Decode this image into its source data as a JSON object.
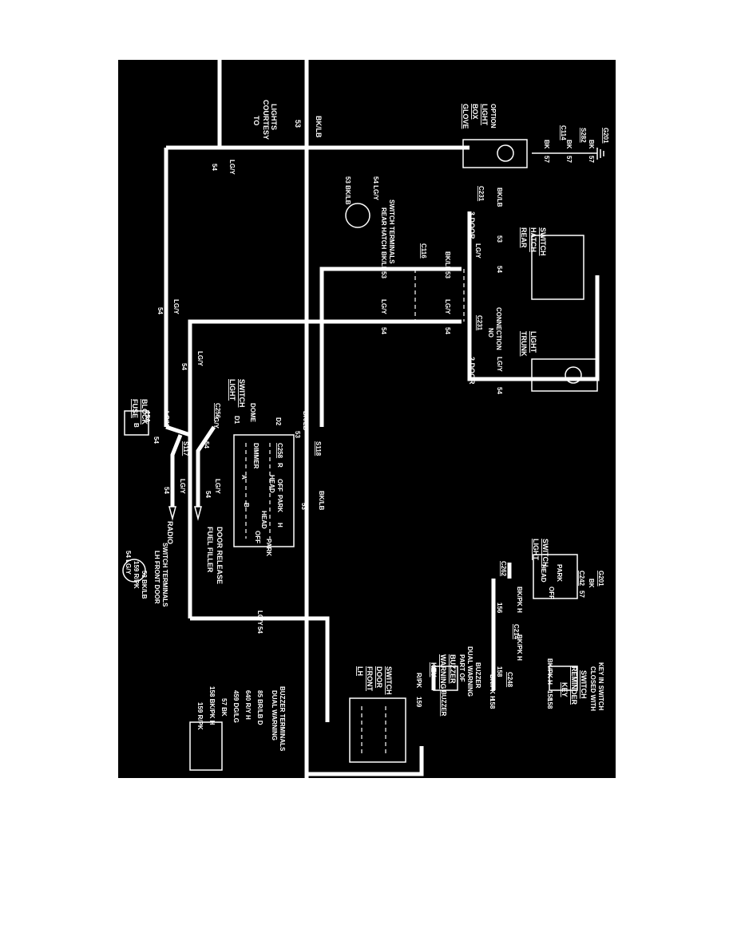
{
  "labels": {
    "courtesy_l1": "TO",
    "courtesy_l2": "COURTESY",
    "courtesy_l3": "LIGHTS",
    "w53_top": "53",
    "bklb_top": "BK/LB",
    "glove_l1": "GLOVE",
    "glove_l2": "BOX",
    "glove_l3": "LIGHT",
    "glove_l4": "OPTION",
    "bk_57a": "57",
    "bk_a": "BK",
    "c114": "C114",
    "bk_57b": "57",
    "bk_b": "BK",
    "s282": "S282",
    "bk_57c": "57",
    "bk_c": "BK",
    "g201_top": "G201",
    "w54_lgy_top": "54",
    "lgy_top": "LG/Y",
    "hatch_53": "53 BK/LB",
    "hatch_54": "54 LG/Y",
    "hatch_t1": "REAR HATCH",
    "hatch_t2": "SWITCH TERMINALS",
    "c231_top": "C231",
    "door3": "3 DOOR",
    "bklb_3d": "BK/LB",
    "w53_3d": "53",
    "rear_l1": "REAR",
    "rear_l2": "HATCH",
    "rear_l3": "SWITCH",
    "w54_3d": "54",
    "lgy_3d": "LG/Y",
    "c116": "C116",
    "w53_mid": "53",
    "bklb_mid": "BK/LB",
    "w53_c116": "53",
    "bklb_c116": "BK/LB",
    "w54_mid": "54",
    "lgy_mid": "LG/Y",
    "w54_c116": "54",
    "lgy_c116": "LG/Y",
    "c231_mid": "C231",
    "no_conn1": "NO",
    "no_conn2": "CONNECTION",
    "trunk_l1": "TRUNK",
    "trunk_l2": "LIGHT",
    "door2": "2 DOOR",
    "w54_2d": "54",
    "lgy_2d": "LG/Y",
    "w54_left": "54",
    "lgy_left": "LG/Y",
    "w54_left2": "54",
    "lgy_left2": "LG/Y",
    "fuse_l1": "FUSE",
    "fuse_l2": "BLOCK",
    "fuse_b": "B",
    "fuse_15a": "15A",
    "w54_fuse": "54",
    "lgy_fuse": "LG/Y",
    "c256": "C256",
    "gy": "G/Y",
    "ls_l1": "LIGHT",
    "ls_l2": "SWITCH",
    "d1": "D1",
    "dome": "DOME",
    "d2": "D2",
    "dimmer": "DIMMER",
    "c258": "C258",
    "w53_ls": "53",
    "bklb_ls": "BK/LB",
    "s118": "S118",
    "s117": "S117",
    "w54_s117": "54",
    "ls_a": "A",
    "ls_b": "B",
    "ls_head": "HEAD",
    "ls_off": "OFF",
    "ls_park": "PARK",
    "ls_head2": "HEAD",
    "ls_off2": "OFF",
    "ls_park2": "PARK",
    "ls_h": "H",
    "ls_r": "R",
    "w54_radio": "54",
    "lgy_radio": "LG/Y",
    "radio": "RADIO",
    "w54_fuel": "54",
    "lgy_fuel": "LG/Y",
    "fuel_l1": "FUEL FILLER",
    "fuel_l2": "DOOR RELEASE",
    "w53_bot": "53",
    "bklb_bot": "BK/LB",
    "lhsw_54": "54 LG/Y",
    "lhsw_159": "159 R/PK",
    "lhsw_53": "53 BK/LB",
    "lhsw_t1": "LH FRONT DOOR",
    "lhsw_t2": "SWITCH TERMINALS",
    "w54_lower": "54",
    "lgy_lower": "LG/Y",
    "ls2_l1": "LIGHT",
    "ls2_l2": "SWITCH",
    "c262": "C262",
    "ls2_head": "HEAD",
    "ls2_park": "PARK",
    "ls2_off": "OFF",
    "c242": "C242",
    "ls2_57": "57",
    "ls2_bk": "BK",
    "g201_bot": "G201",
    "w156": "156",
    "bkpk_a": "BK/PK H",
    "c214": "C214",
    "w158a": "158",
    "bkpk_b": "BK/PK H",
    "kwb_l1": "KEY",
    "kwb_l2": "WARNING",
    "kwb_l3": "BUZZER",
    "kwb_l4": "PART OF",
    "kwb_l5": "DUAL WARNING",
    "kwb_l6": "BUZZER",
    "buzzer": "BUZZER",
    "w158b": "158",
    "c248": "C248",
    "bkpk_c": "BK/PK H",
    "w158c": "158",
    "bkpk_d": "BK/PK H",
    "krs_l1": "KEY",
    "krs_l2": "REMINDER",
    "krs_l3": "SWITCH",
    "krs_l4": "CLOSED WITH",
    "krs_l5": "KEY IN SWITCH",
    "w158d": "158",
    "rpk": "R/PK",
    "w159": "159",
    "lhf_l1": "LH",
    "lhf_l2": "FRONT",
    "lhf_l3": "DOOR",
    "lhf_l4": "SWITCH",
    "dwb_1": "159 R/PK",
    "dwb_2": "158 BK/PK H",
    "dwb_3": "57 BK",
    "dwb_4": "459 DG/LG",
    "dwb_5": "640 R/Y H",
    "dwb_6": "85 BR/LB D",
    "dwb_t1": "DUAL WARNING",
    "dwb_t2": "BUZZER TERMINALS"
  }
}
